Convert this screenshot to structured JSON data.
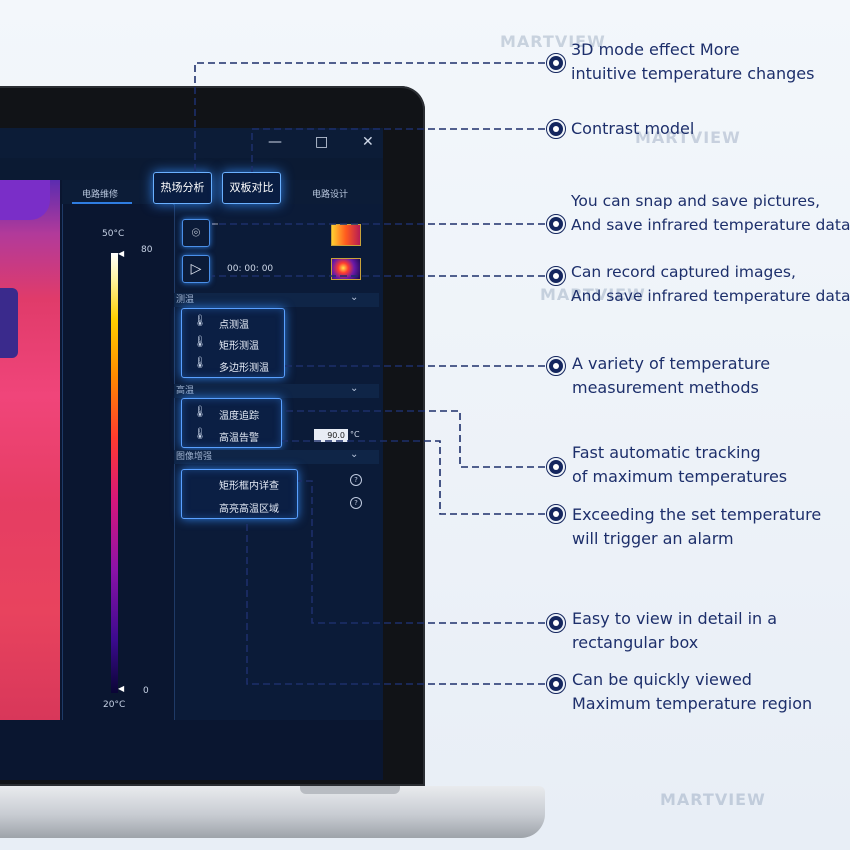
{
  "watermark": "MARTVIEW",
  "window": {
    "minimize": "—",
    "maximize": "□",
    "close": "✕"
  },
  "tabs": [
    "电路维修",
    "电路设计"
  ],
  "scale": {
    "top_temp": "50°C",
    "bottom_temp": "20°C",
    "top_value": "80",
    "bottom_value": "0"
  },
  "buttons": {
    "heat_field": "热场分析",
    "dual_board": "双板对比"
  },
  "record_time": "00: 00: 00",
  "sections": {
    "measure": "测温",
    "high_temp": "高温",
    "enhance": "图像增强"
  },
  "measure_items": [
    "点测温",
    "矩形测温",
    "多边形测温"
  ],
  "high_items": [
    "温度追踪",
    "高温告警"
  ],
  "alarm": {
    "value": "90.0",
    "unit": "°C"
  },
  "enhance_items": [
    "矩形框内详查",
    "高亮高温区域"
  ],
  "icons": {
    "camera": "camera-icon",
    "video": "video-icon",
    "thermometer": "thermometer-icon",
    "help": "help-icon"
  },
  "callouts": [
    {
      "line1": "3D mode effect More",
      "line2": "intuitive temperature changes"
    },
    {
      "line1": "Contrast model",
      "line2": ""
    },
    {
      "line1": "You can snap and save pictures,",
      "line2": "And save infrared temperature data"
    },
    {
      "line1": "Can record captured images,",
      "line2": "And save infrared temperature data"
    },
    {
      "line1": "A variety of temperature",
      "line2": "measurement methods"
    },
    {
      "line1": "Fast automatic tracking",
      "line2": "of maximum temperatures"
    },
    {
      "line1": "Exceeding the set temperature",
      "line2": "will trigger an alarm"
    },
    {
      "line1": "Easy to view in detail in a",
      "line2": "rectangular box"
    },
    {
      "line1": "Can be quickly viewed",
      "line2": "Maximum temperature region"
    }
  ],
  "colors": {
    "callout_text": "#1d2f6b",
    "accent": "#2f7de1",
    "screen_bg": "#0b1a33"
  }
}
